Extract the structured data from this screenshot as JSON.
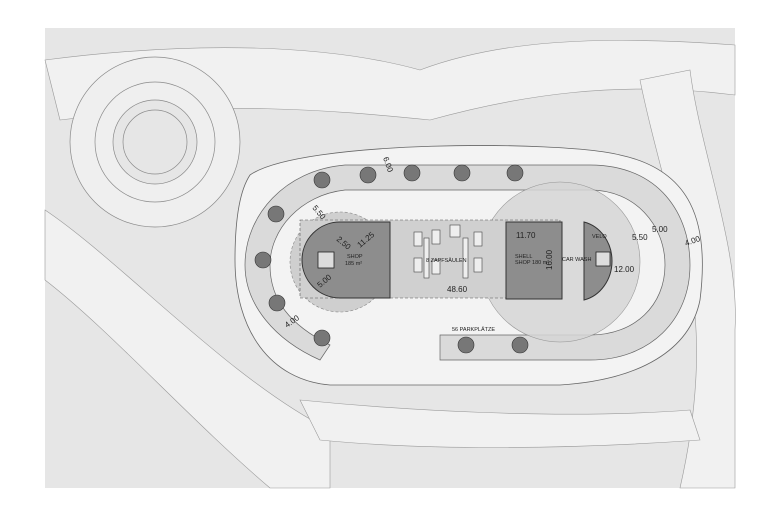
{
  "plan": {
    "shop_label": "SHOP",
    "shop_area": "185 m²",
    "shell_label": "SHELL",
    "shell_shop_area": "SHOP 180 m²",
    "pumps_label": "8 ZAPFSÄULEN",
    "car_wash_label": "CAR WASH",
    "velo_label": "VELO",
    "parking_label": "56 PARKPLÄTZE",
    "dimensions": {
      "canopy_length": "48.60",
      "shop_diagonal": "11.25",
      "shop_inner": "2.50",
      "shop_lower": "5.00",
      "left_ring": "5.50",
      "left_bottom": "4.00",
      "top_parking": "6.00",
      "shell_width": "11.70",
      "shell_height": "16.00",
      "right_ring": "5.50",
      "right_parking": "5.00",
      "right_outer": "4.00",
      "velo_radius": "12.00"
    }
  },
  "colors": {
    "ground": "#e4e4e4",
    "road": "#efefef",
    "building": "#8a8a8a",
    "canopy": "#d2d2d2",
    "ring": "#c8c8c8",
    "line": "#555555"
  }
}
